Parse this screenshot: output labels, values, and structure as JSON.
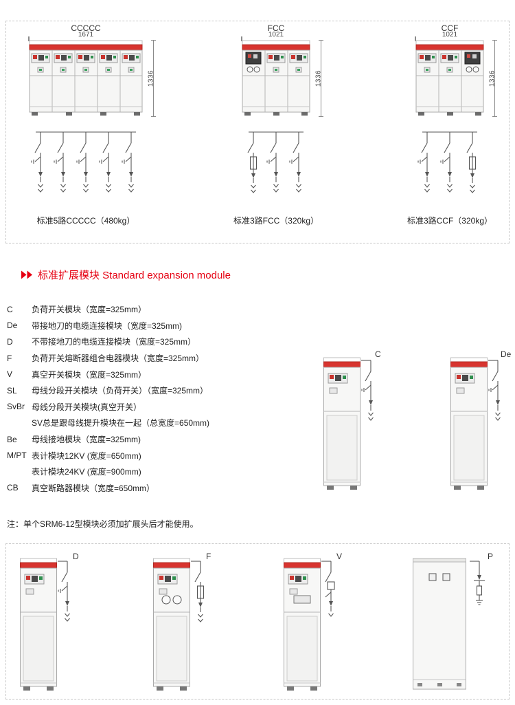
{
  "colors": {
    "accent": "#e60012",
    "cabinet_band": "#d8342f"
  },
  "top_section": {
    "diagrams": [
      {
        "title": "CCCCC",
        "width": "1671",
        "height": "1336",
        "caption": "标准5路CCCCC（480kg）"
      },
      {
        "title": "FCC",
        "width": "1021",
        "height": "1336",
        "caption": "标准3路FCC（320kg）"
      },
      {
        "title": "CCF",
        "width": "1021",
        "height": "1336",
        "caption": "标准3路CCF（320kg）"
      }
    ]
  },
  "expansion": {
    "heading": "标准扩展模块 Standard expansion module",
    "modules": [
      {
        "code": "C",
        "desc": "负荷开关模块（宽度=325mm）"
      },
      {
        "code": "De",
        "desc": "带接地刀的电缆连接模块（宽度=325mm)"
      },
      {
        "code": "D",
        "desc": "不带接地刀的电缆连接模块（宽度=325mm）"
      },
      {
        "code": "F",
        "desc": "负荷开关熔断器组合电器模块（宽度=325mm）"
      },
      {
        "code": "V",
        "desc": "真空开关模块（宽度=325mm）"
      },
      {
        "code": "SL",
        "desc": "母线分段开关模块（负荷开关）（宽度=325mm）"
      },
      {
        "code": "SvBr",
        "desc": "母线分段开关模块(真空开关）"
      },
      {
        "code": "",
        "desc": "SV总是跟母线提升模块在一起（总宽度=650mm)"
      },
      {
        "code": "Be",
        "desc": "母线接地模块（宽度=325mm)"
      },
      {
        "code": "M/PT",
        "desc": "表计模块12KV (宽度=650mm)"
      },
      {
        "code": "",
        "desc": "表计模块24KV (宽度=900mm)"
      },
      {
        "code": "CB",
        "desc": "真空断路器模块（宽度=650mm）"
      }
    ],
    "note": "注：单个SRM6-12型模块必须加扩展头后才能使用。",
    "side_modules": [
      {
        "label": "C"
      },
      {
        "label": "De"
      }
    ]
  },
  "bottom_section": {
    "modules": [
      {
        "label": "D"
      },
      {
        "label": "F"
      },
      {
        "label": "V"
      },
      {
        "label": "P"
      }
    ]
  }
}
